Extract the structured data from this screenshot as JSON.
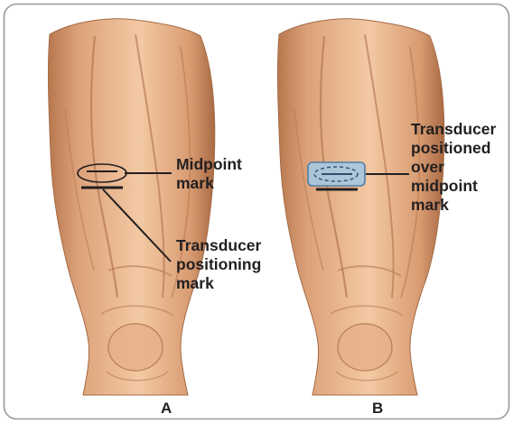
{
  "panels": {
    "a": {
      "letter": "A",
      "callouts": {
        "midpoint_mark": [
          "Midpoint",
          "mark"
        ],
        "transducer_positioning_mark": [
          "Transducer",
          "positioning",
          "mark"
        ]
      }
    },
    "b": {
      "letter": "B",
      "callouts": {
        "transducer_over_midpoint": [
          "Transducer",
          "positioned",
          "over",
          "midpoint",
          "mark"
        ]
      }
    }
  },
  "colors": {
    "frame": "#9a9a9a",
    "skin": "#e8b48a",
    "skin_shadow": "#c98a60",
    "ink": "#231f20",
    "transducer_fill": "#a9c6dd",
    "transducer_stroke": "#4f7fa3"
  },
  "icons": [
    "leg-illustration",
    "transducer-probe"
  ]
}
